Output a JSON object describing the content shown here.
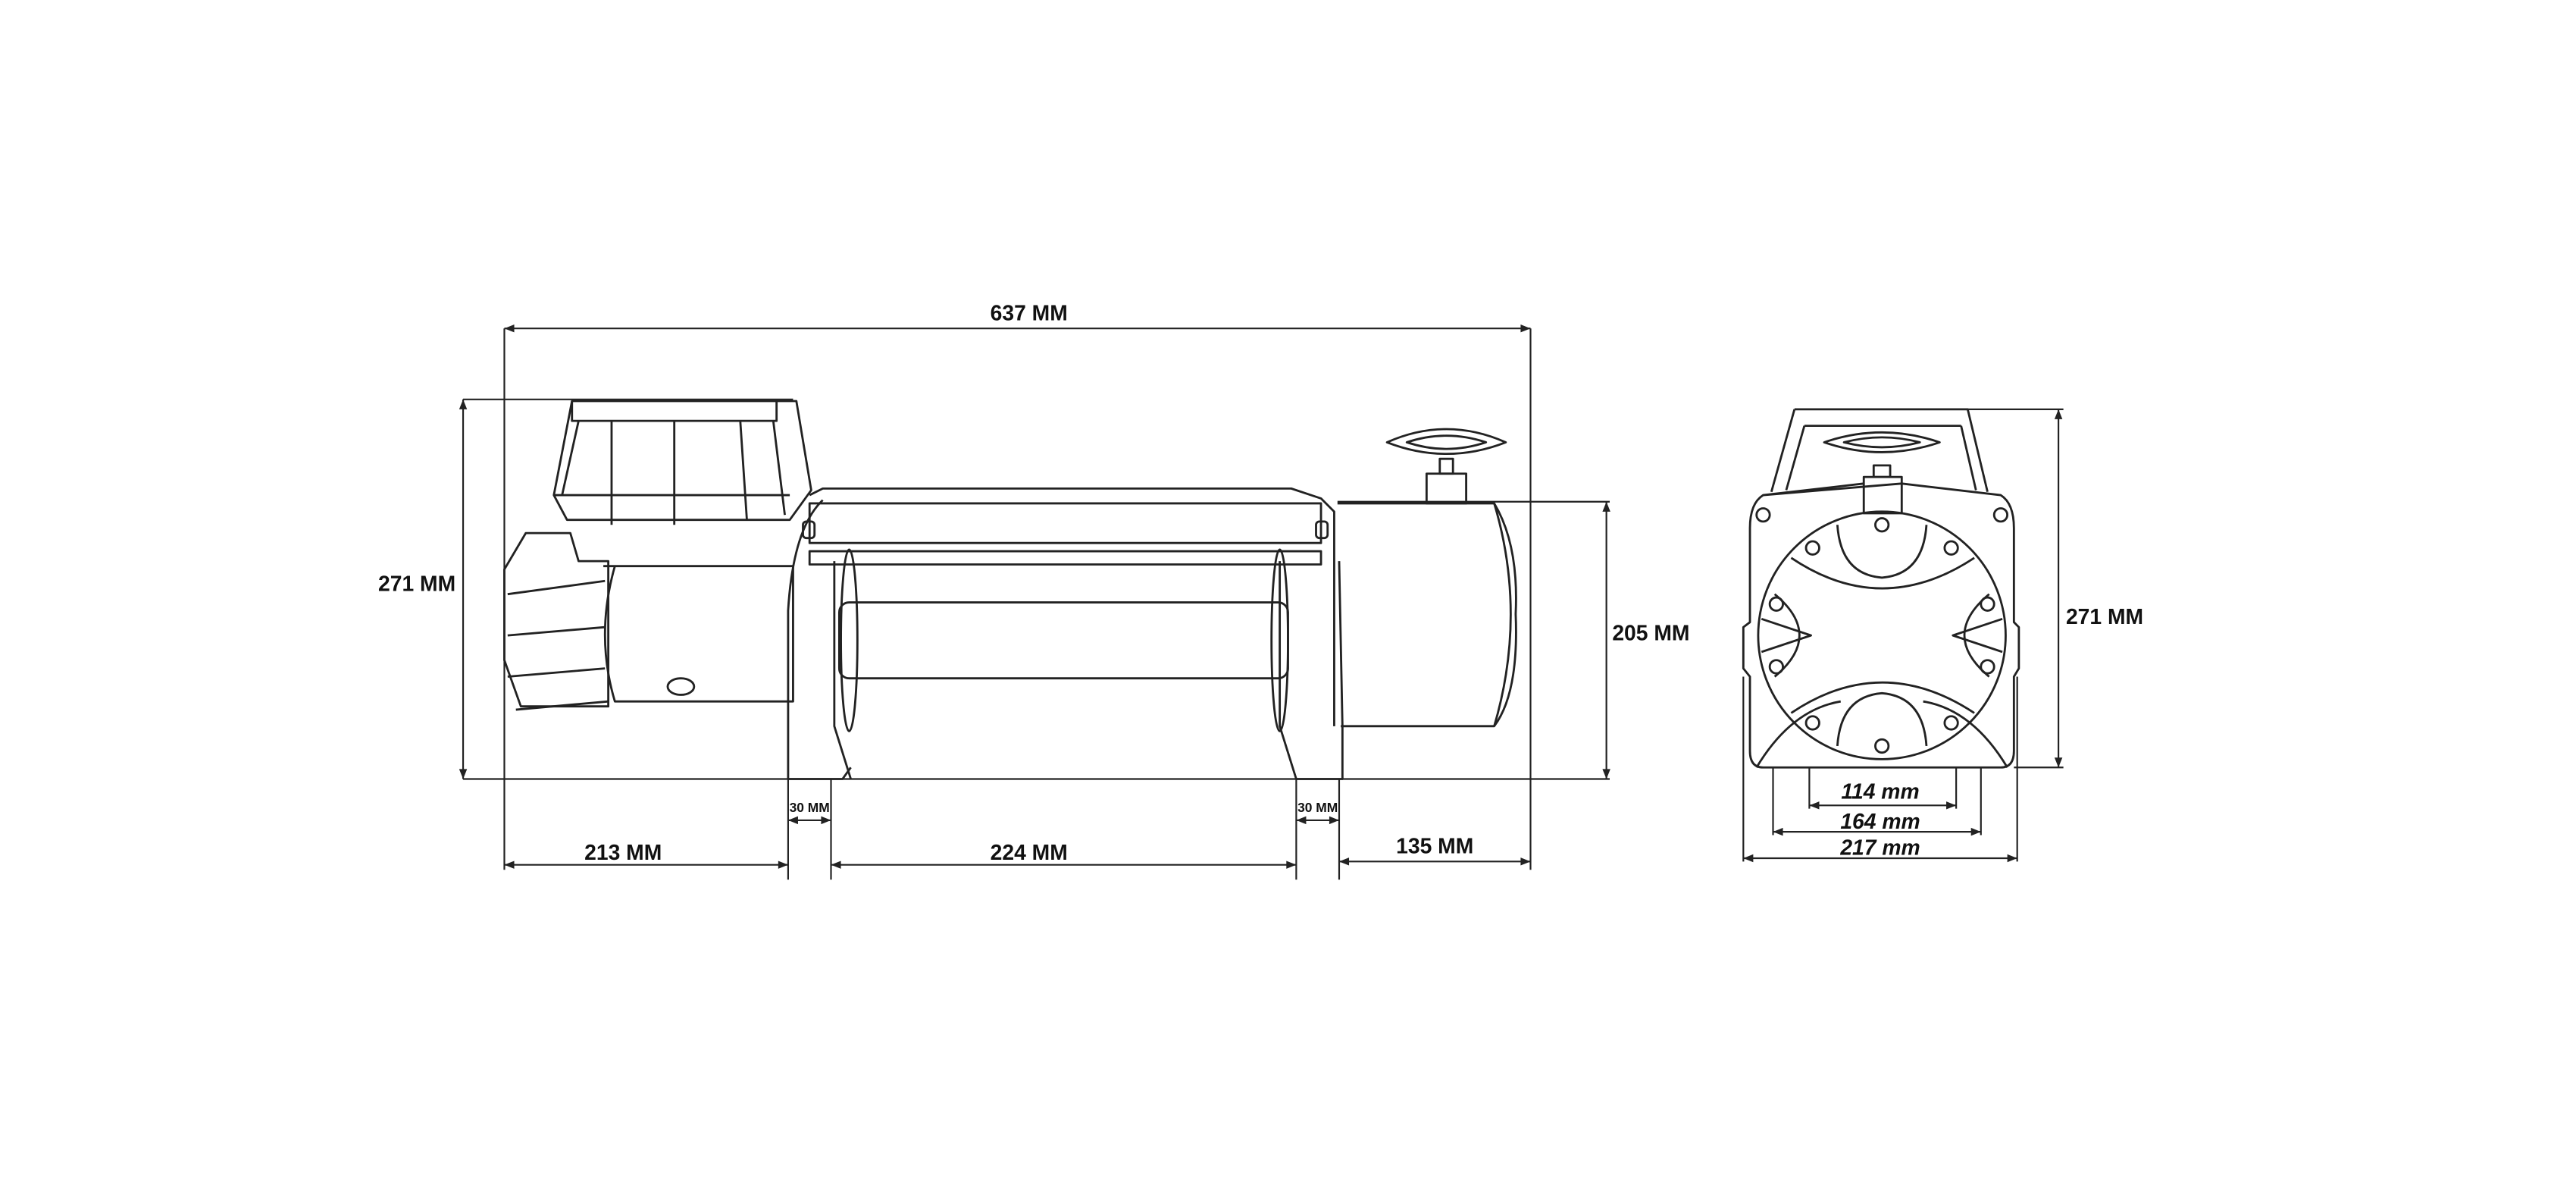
{
  "side_view": {
    "overall_length": "637 MM",
    "height": "271 MM",
    "motor_height": "205 MM",
    "left_offset": "213 MM",
    "drum_length": "224 MM",
    "motor_length": "135 MM",
    "left_frame_width": "30 MM",
    "right_frame_width": "30 MM"
  },
  "end_view": {
    "height": "271 MM",
    "bolt_spacing_inner": "114 mm",
    "bolt_spacing_outer": "164 mm",
    "overall_width": "217 mm"
  },
  "colors": {
    "line": "#222222",
    "background": "#ffffff"
  }
}
